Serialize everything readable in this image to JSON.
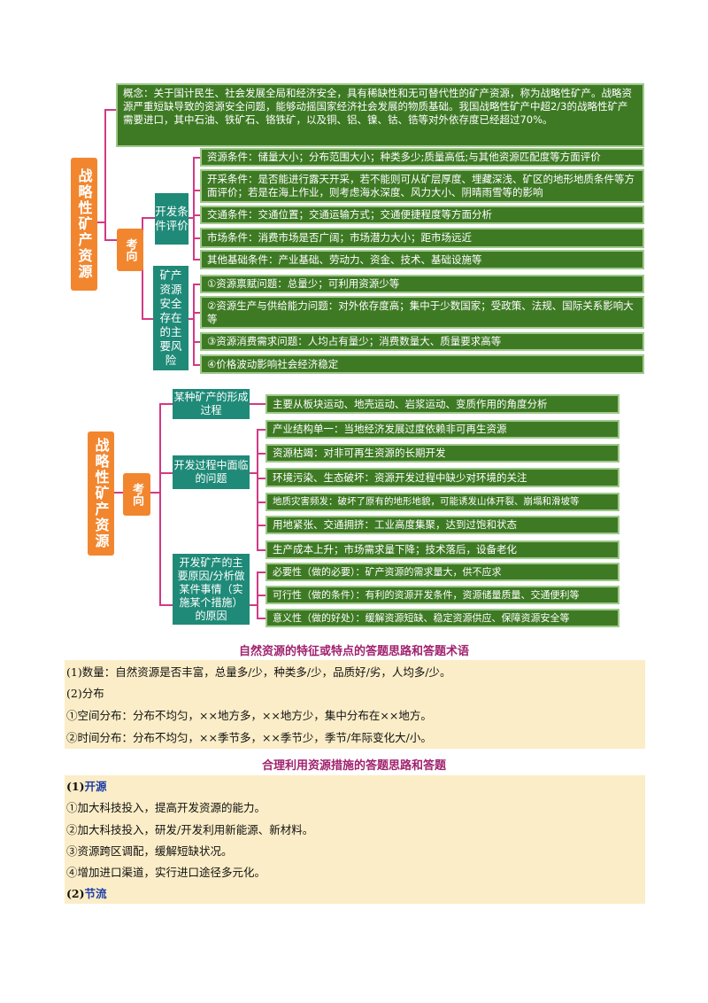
{
  "top": {
    "root": "战略性矿产资源",
    "concept": "概念：关于国计民生、社会发展全局和经济安全，具有稀缺性和无可替代性的矿产资源，称为战略性矿产。战略资源严重短缺导致的资源安全问题，能够动摇国家经济社会发展的物质基础。我国战略性矿产中超2/3的战略性矿产需要进口，其中石油、铁矿石、铬铁矿，以及铜、铝、镍、钴、锆等对外依存度已经超过70%。",
    "kaoxiang": "考向",
    "dev_eval": "开发条件评价",
    "dev_items": [
      "资源条件：储量大小；分布范围大小；种类多少;质量高低;与其他资源匹配度等方面评价",
      "开采条件：是否能进行露天开采，若不能则可从矿层厚度、埋藏深浅、矿区的地形地质条件等方面评价；若是在海上作业，则考虑海水深度、风力大小、阴晴雨雪等的影响",
      "交通条件：交通位置；交通运输方式；交通便捷程度等方面分析",
      "市场条件：消费市场是否广阔；市场潜力大小；距市场远近",
      "其他基础条件：产业基础、劳动力、资金、技术、基础设施等"
    ],
    "risk": "矿产资源安全存在的主要风险",
    "risk_items": [
      "①资源禀赋问题：总量少；可利用资源少等",
      "②资源生产与供给能力问题：对外依存度高；集中于少数国家；受政策、法规、国际关系影响大等",
      "③资源消费需求问题：人均占有量少；消费数量大、质量要求高等",
      "④价格波动影响社会经济稳定"
    ]
  },
  "bottom": {
    "root": "战略性矿产资源",
    "kaoxiang": "考向",
    "formation": "某种矿产的形成过程",
    "formation_item": "主要从板块运动、地壳运动、岩浆运动、变质作用的角度分析",
    "problems": "开发过程中面临的问题",
    "problem_items": [
      "产业结构单一：当地经济发展过度依赖非可再生资源",
      "资源枯竭：对非可再生资源的长期开发",
      "环境污染、生态破坏：资源开发过程中缺少对环境的关注",
      "地质灾害频发：破坏了原有的地形地貌，可能诱发山体开裂、崩塌和滑坡等",
      "用地紧张、交通拥挤：工业高度集聚，达到过饱和状态",
      "生产成本上升；市场需求量下降；技术落后，设备老化"
    ],
    "reasons": "开发矿产的主要原因/分析做某件事情（实施某个措施）的原因",
    "reason_items": [
      "必要性（做的必要）：矿产资源的需求量大，供不应求",
      "可行性（做的条件）：有利的资源开发条件，资源储量质量、交通便利等",
      "意义性（做的好处）：缓解资源短缺、稳定资源供应、保障资源安全等"
    ]
  },
  "section1": {
    "title": "自然资源的特征或特点的答题思路和答题术语",
    "lines": [
      "(1)数量：自然资源是否丰富，总量多/少，种类多/少，品质好/劣，人均多/少。",
      "(2)分布",
      "①空间分布：分布不均匀，××地方多，××地方少，集中分布在××地方。",
      "②时间分布：分布不均匀，××季节多，××季节少，季节/年际变化大/小。"
    ]
  },
  "section2": {
    "title": "合理利用资源措施的答题思路和答题",
    "h1_num": "(1)",
    "h1_kw": "开源",
    "lines": [
      "①加大科技投入，提高开发资源的能力。",
      "②加大科技投入，研发/开发利用新能源、新材料。",
      "③资源跨区调配，缓解短缺状况。",
      "④增加进口渠道，实行进口途径多元化。"
    ],
    "h2_num": "(2)",
    "h2_kw": "节流"
  },
  "colors": {
    "box_green": "#3e7a24",
    "root_orange": "#f2862f",
    "node_teal": "#1f8a78",
    "connector": "#d23a84",
    "panel_tan": "#fbedc7",
    "title_purple": "#a0226e"
  }
}
